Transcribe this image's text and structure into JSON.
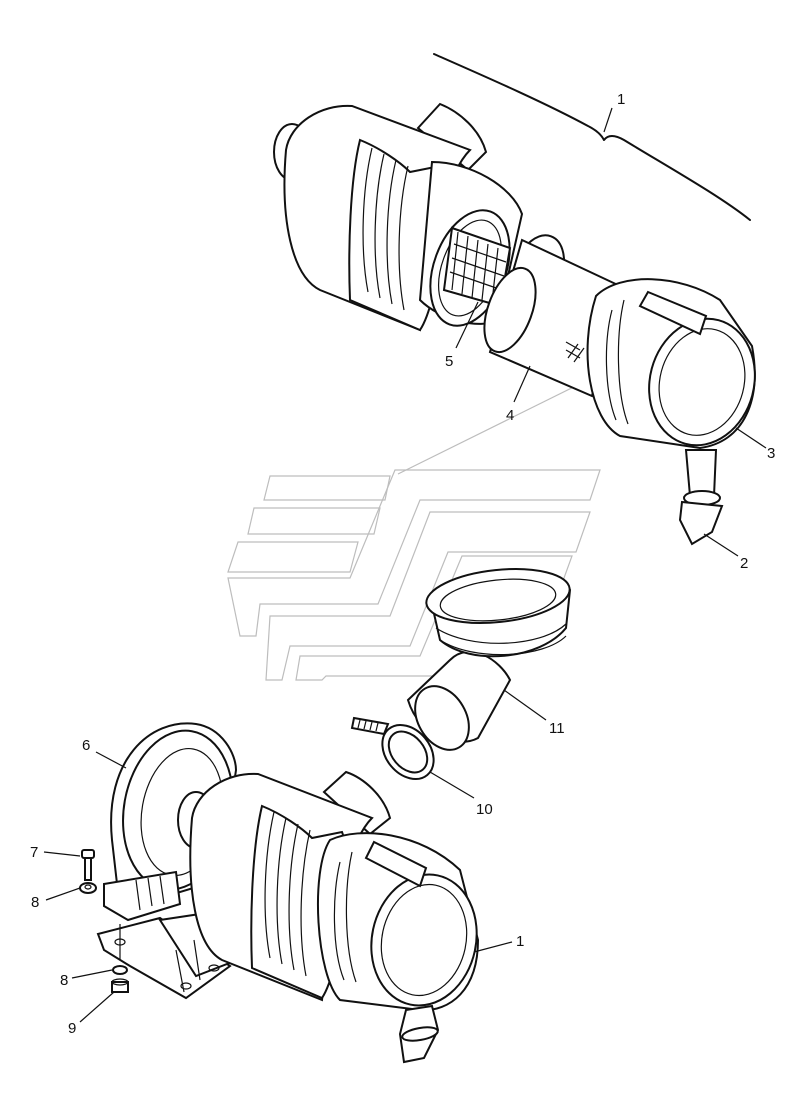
{
  "callouts": [
    {
      "id": "c1-top",
      "text": "1"
    },
    {
      "id": "c5",
      "text": "5"
    },
    {
      "id": "c4",
      "text": "4"
    },
    {
      "id": "c3",
      "text": "3"
    },
    {
      "id": "c2",
      "text": "2"
    },
    {
      "id": "c11",
      "text": "11"
    },
    {
      "id": "c10",
      "text": "10"
    },
    {
      "id": "c6",
      "text": "6"
    },
    {
      "id": "c7",
      "text": "7"
    },
    {
      "id": "c8a",
      "text": "8"
    },
    {
      "id": "c8b",
      "text": "8"
    },
    {
      "id": "c9",
      "text": "9"
    },
    {
      "id": "c1-bottom",
      "text": "1"
    }
  ]
}
